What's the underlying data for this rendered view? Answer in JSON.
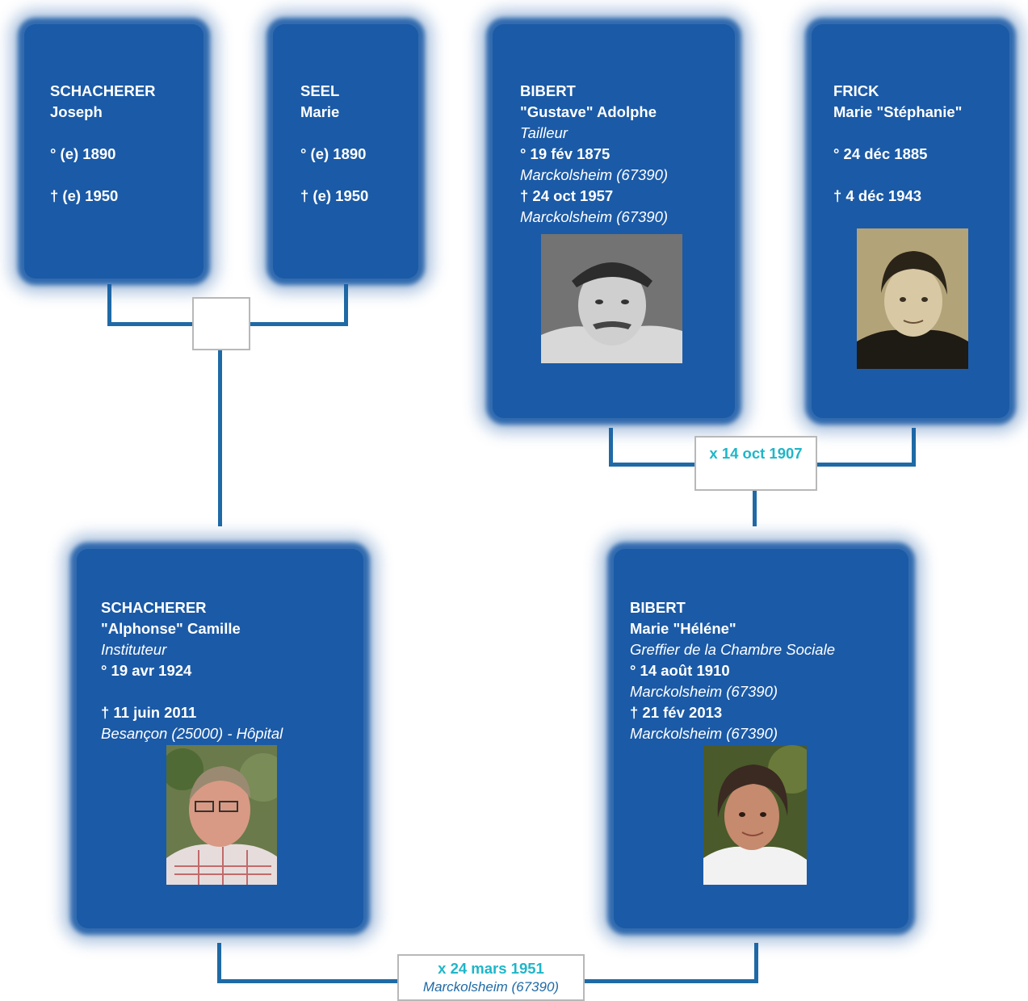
{
  "persons": {
    "p1": {
      "surname": "SCHACHERER",
      "given": "Joseph",
      "birth": "° (e) 1890",
      "death": "† (e) 1950"
    },
    "p2": {
      "surname": "SEEL",
      "given": "Marie",
      "birth": "° (e) 1890",
      "death": "† (e) 1950"
    },
    "p3": {
      "surname": "BIBERT",
      "given": "\"Gustave\" Adolphe",
      "occupation": "Tailleur",
      "birth": "° 19 fév 1875",
      "birth_place": "Marckolsheim (67390)",
      "death": "† 24 oct 1957",
      "death_place": "Marckolsheim (67390)"
    },
    "p4": {
      "surname": "FRICK",
      "given": "Marie \"Stéphanie\"",
      "birth": "° 24 déc 1885",
      "death": "† 4 déc 1943"
    },
    "p5": {
      "surname": "SCHACHERER",
      "given": "\"Alphonse\" Camille",
      "occupation": "Instituteur",
      "birth": "° 19 avr 1924",
      "death": "† 11 juin 2011",
      "death_place": "Besançon (25000) - Hôpital"
    },
    "p6": {
      "surname": "BIBERT",
      "given": "Marie \"Héléne\"",
      "occupation": "Greffier de la Chambre Sociale",
      "birth": "° 14 août 1910",
      "birth_place": "Marckolsheim (67390)",
      "death": "† 21 fév 2013",
      "death_place": "Marckolsheim (67390)"
    }
  },
  "marriages": {
    "m1": {
      "date": "",
      "place": ""
    },
    "m2": {
      "date": "x 14 oct 1907",
      "place": ""
    },
    "m3": {
      "date": "x 24 mars 1951",
      "place": "Marckolsheim (67390)"
    }
  },
  "colors": {
    "card": "#1b5aa6",
    "line": "#1f6aa6",
    "marriage_date": "#1fb6c8"
  },
  "icons": {
    "photo": "portrait-photo"
  }
}
